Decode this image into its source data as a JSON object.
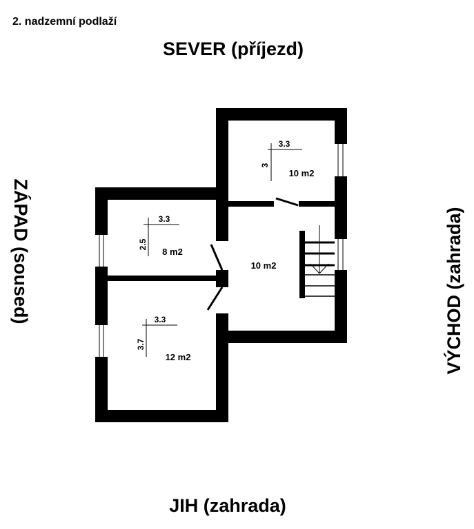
{
  "title": "2. nadzemní podlaží",
  "directions": {
    "north": "SEVER (příjezd)",
    "west": "ZÁPAD (soused)",
    "east": "VÝCHOD (zahrada)",
    "south": "JIH (zahrada)"
  },
  "rooms": [
    {
      "name": "north-east-room",
      "width": "3.3",
      "depth": "3",
      "area": "10 m2"
    },
    {
      "name": "west-upper-room",
      "width": "3.3",
      "depth": "2.5",
      "area": "8 m2"
    },
    {
      "name": "west-lower-room",
      "width": "3.3",
      "depth": "3.7",
      "area": "12 m2"
    },
    {
      "name": "hall",
      "area": "10 m2"
    }
  ],
  "colors": {
    "wall": "#000000",
    "background": "#ffffff"
  }
}
